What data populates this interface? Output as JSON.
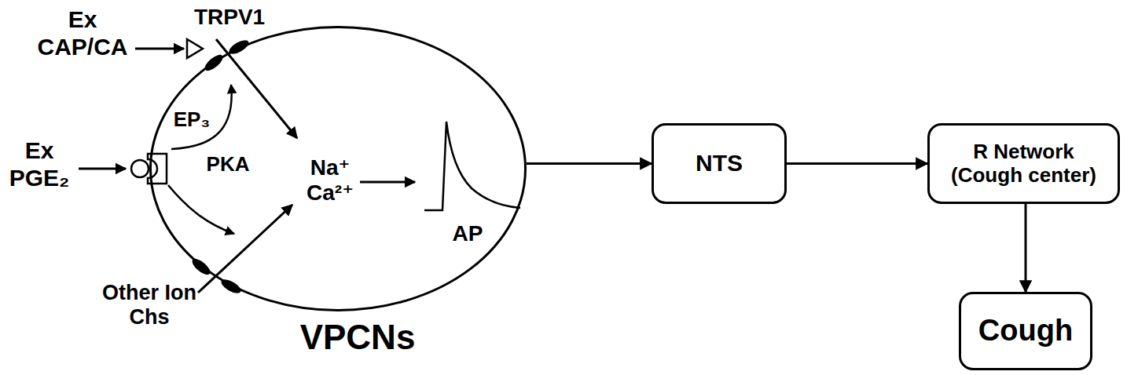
{
  "diagram": {
    "nodes": [
      {
        "text": [
          "VPCNs"
        ]
      },
      {
        "text": [
          "NTS"
        ]
      },
      {
        "text": [
          "R Network (Cough center)"
        ]
      },
      {
        "text": [
          "Cough"
        ]
      }
    ],
    "edges": [
      {
        "from": 0,
        "to": 1,
        "arrow": "to"
      },
      {
        "from": 1,
        "to": 2,
        "arrow": "to"
      },
      {
        "from": 2,
        "to": 3,
        "arrow": "to"
      }
    ],
    "labels": [
      "TRPV1",
      "Ex CAP/CA",
      "Ex PGE₂",
      "EP₃",
      "PKA",
      "Other Ion Chs",
      "Na⁺ Ca²⁺",
      "AP"
    ]
  }
}
